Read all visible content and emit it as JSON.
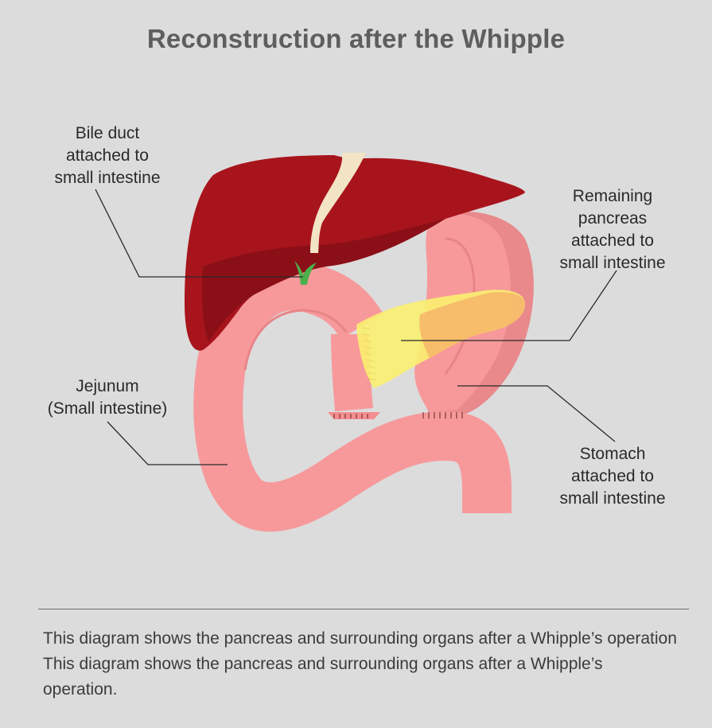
{
  "title": "Reconstruction after the Whipple",
  "labels": {
    "bile_duct": "Bile duct\nattached to\nsmall intestine",
    "pancreas": "Remaining\npancreas\nattached to\nsmall intestine",
    "jejunum": "Jejunum\n(Small intestine)",
    "stomach": "Stomach\nattached to\nsmall intestine"
  },
  "caption": "This diagram shows the pancreas and surrounding organs after a Whipple’s operation This diagram shows the pancreas and surrounding organs after a Whipple’s operation.",
  "colors": {
    "background": "#dcdcdc",
    "liver": "#a8141c",
    "liver_shade": "#8b0f17",
    "intestine": "#f7999b",
    "intestine_shade": "#e88487",
    "pancreas": "#f9f070",
    "bile_duct": "#4cb04a",
    "ligament": "#f2e4c4"
  }
}
